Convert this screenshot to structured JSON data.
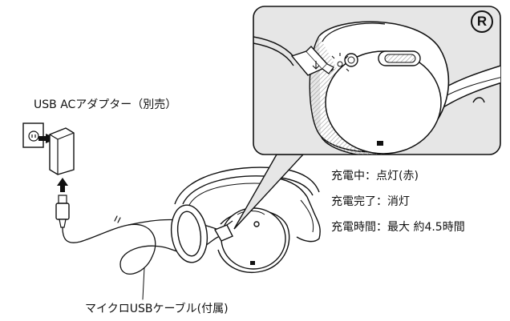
{
  "labels": {
    "adapter": "USB ACアダプター（別売）",
    "cable": "マイクロUSBケーブル(付属)",
    "callout_letter": "R"
  },
  "charging_status": [
    "充電中：点灯(赤)",
    "充電完了：消灯",
    "充電時間：最大 約4.5時間"
  ],
  "colors": {
    "line": "#111111",
    "callout_fill": "#e6e6e6",
    "hatch": "#9a9a9a",
    "background": "#ffffff"
  }
}
